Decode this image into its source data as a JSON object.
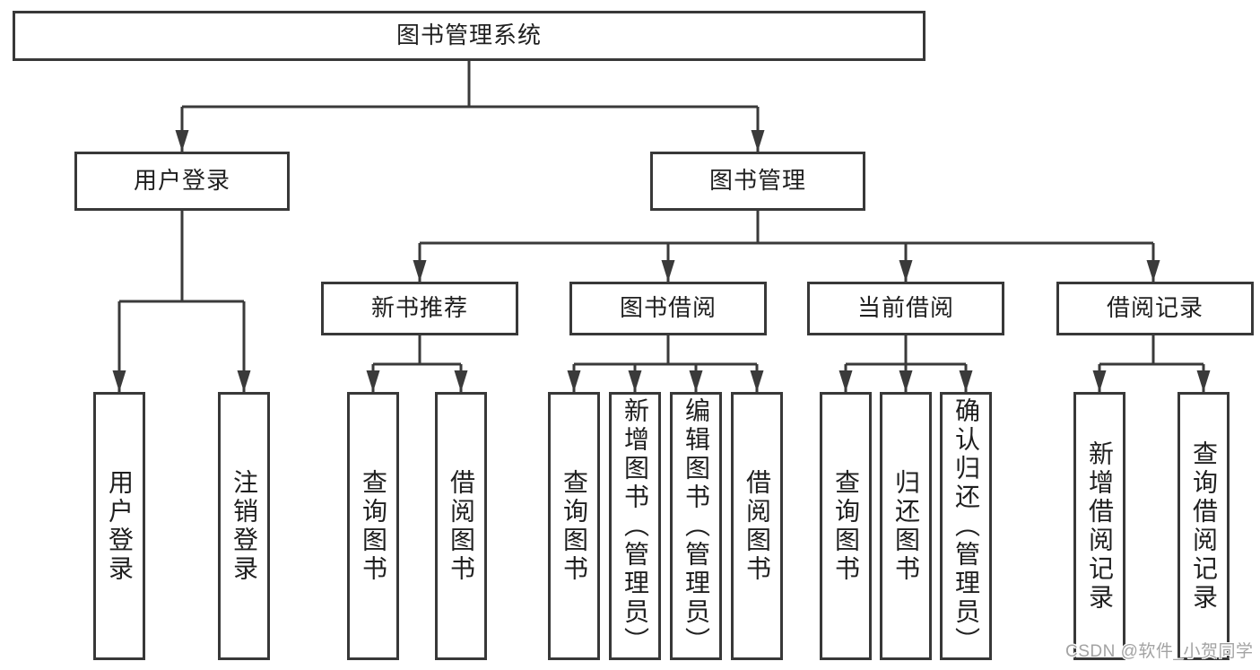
{
  "colors": {
    "background": "#ffffff",
    "line": "#3a3a3a",
    "box_border": "#383838",
    "box_fill": "#ffffff",
    "text": "#1f1f1f",
    "watermark": "#a3a3a3"
  },
  "diagram": {
    "root": {
      "label": "图书管理系统"
    },
    "level2": [
      {
        "label": "用户登录",
        "leaves": [
          "用户登录",
          "注销登录"
        ]
      },
      {
        "label": "图书管理",
        "groups": [
          {
            "label": "新书推荐",
            "leaves": [
              "查询图书",
              "借阅图书"
            ]
          },
          {
            "label": "图书借阅",
            "leaves": [
              "查询图书",
              "新增图书（管理员）",
              "编辑图书（管理员）",
              "借阅图书"
            ]
          },
          {
            "label": "当前借阅",
            "leaves": [
              "查询图书",
              "归还图书",
              "确认归还（管理员）"
            ]
          },
          {
            "label": "借阅记录",
            "leaves": [
              "新增借阅记录",
              "查询借阅记录"
            ]
          }
        ]
      }
    ]
  },
  "watermark": {
    "text": "CSDN @软件_小贺同学"
  }
}
